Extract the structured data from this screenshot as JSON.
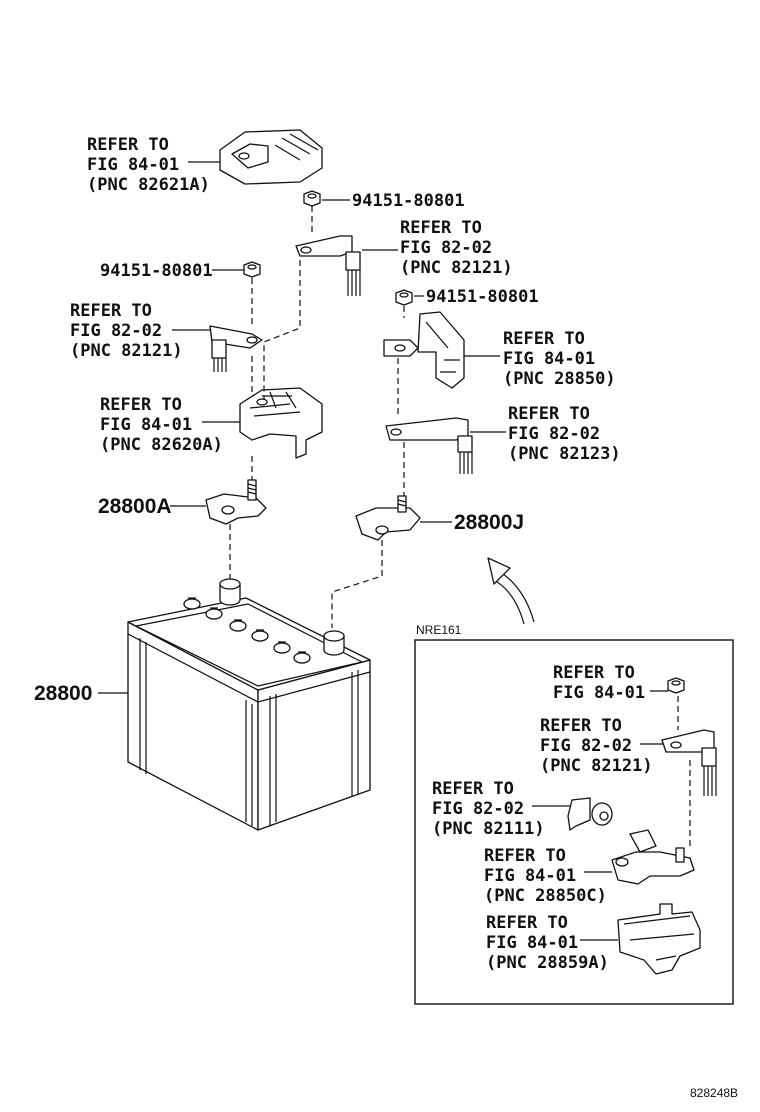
{
  "callouts": {
    "c1": [
      "REFER TO",
      "FIG 84-01",
      "(PNC 82621A)"
    ],
    "c2": "94151-80801",
    "c3": [
      "REFER TO",
      "FIG 82-02",
      "(PNC 82121)"
    ],
    "c4": "94151-80801",
    "c5": "94151-80801",
    "c6": [
      "REFER TO",
      "FIG 82-02",
      "(PNC 82121)"
    ],
    "c7": [
      "REFER TO",
      "FIG 84-01",
      "(PNC 28850)"
    ],
    "c8": [
      "REFER TO",
      "FIG 84-01",
      "(PNC 82620A)"
    ],
    "c9": [
      "REFER TO",
      "FIG 82-02",
      "(PNC 82123)"
    ],
    "c10": "28800A",
    "c11": "28800J",
    "c12": "28800"
  },
  "inset": {
    "title": "NRE161",
    "i1": [
      "REFER TO",
      "FIG 84-01"
    ],
    "i2": [
      "REFER TO",
      "FIG 82-02",
      "(PNC 82121)"
    ],
    "i3": [
      "REFER TO",
      "FIG 82-02",
      "(PNC 82111)"
    ],
    "i4": [
      "REFER TO",
      "FIG 84-01",
      "(PNC 28850C)"
    ],
    "i5": [
      "REFER TO",
      "FIG 84-01",
      "(PNC 28859A)"
    ]
  },
  "figure_id": "828248B"
}
